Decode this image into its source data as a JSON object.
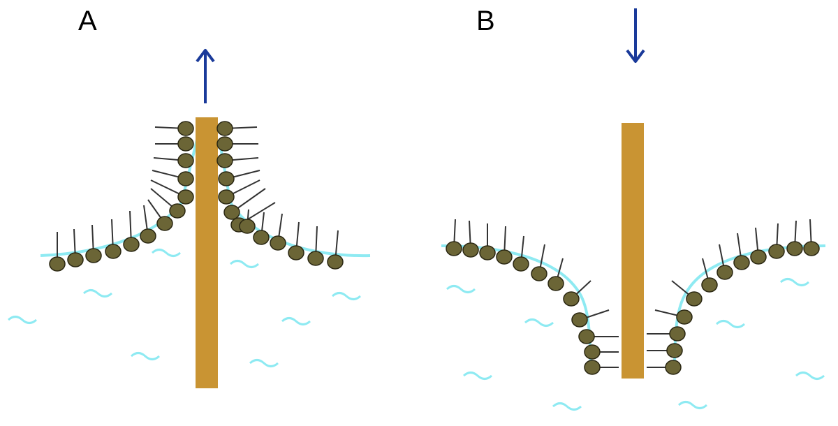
{
  "panels": [
    {
      "label": "A",
      "plate_motion": "up",
      "arrow_icon": "arrow-up-icon"
    },
    {
      "label": "B",
      "plate_motion": "down",
      "arrow_icon": "arrow-down-icon"
    }
  ],
  "colors": {
    "plate": "#C99433",
    "head_fill": "#6B6536",
    "head_stroke": "#2A2712",
    "tail": "#333333",
    "water": "#8EEAF2",
    "arrow": "#1A3A9A"
  }
}
